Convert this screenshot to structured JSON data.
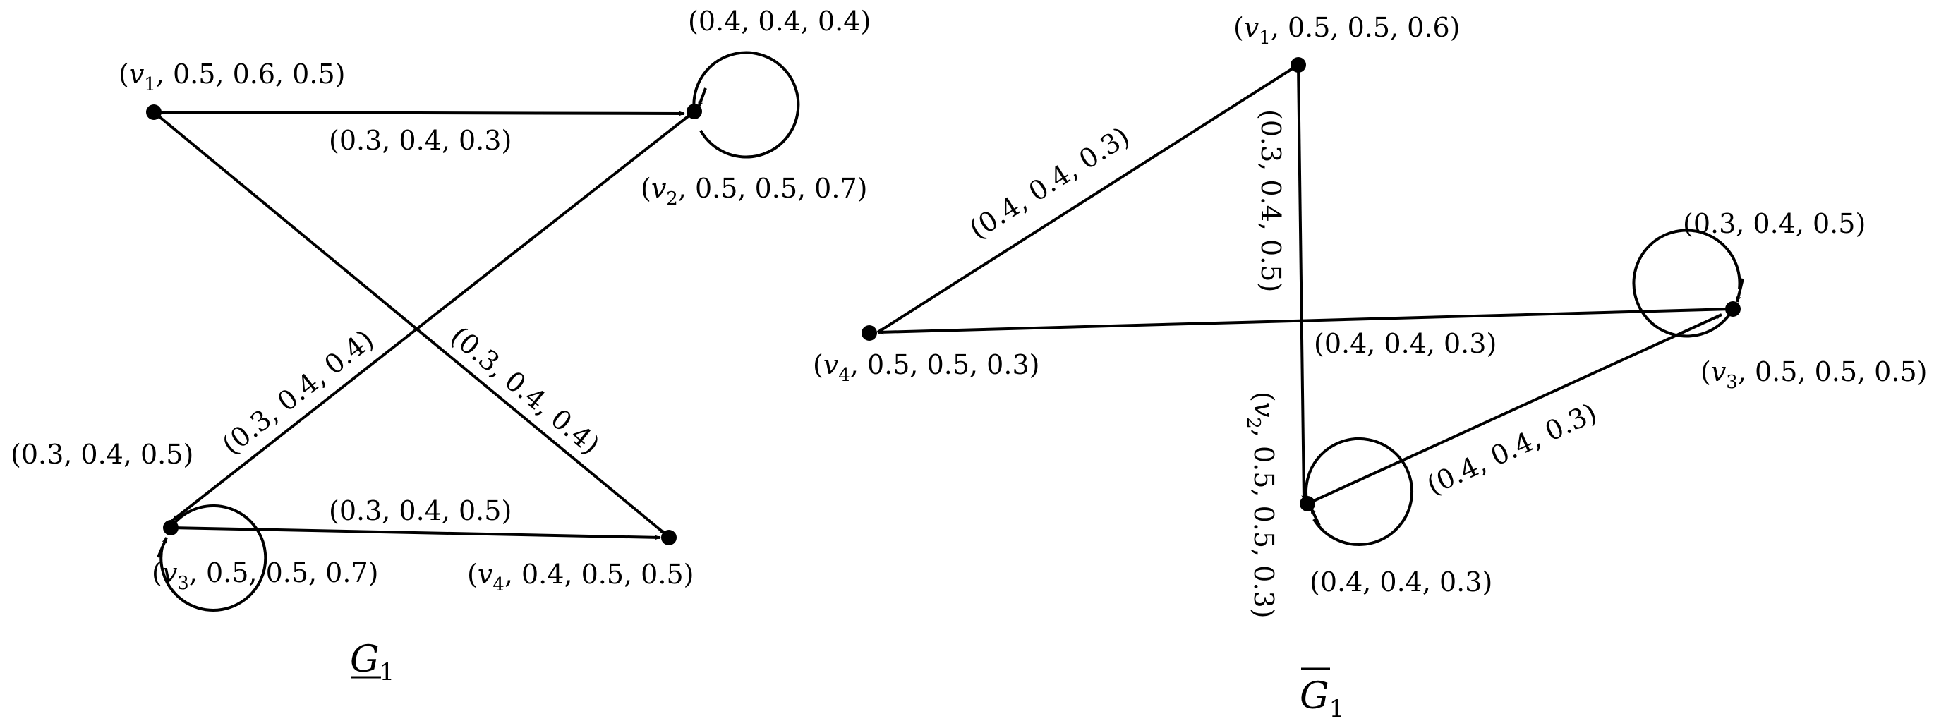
{
  "graphs": [
    {
      "id": "G1",
      "title": {
        "symbol": "G",
        "subscript": "1",
        "decoration": "underline"
      },
      "nodes": [
        {
          "id": "v1",
          "var": "v",
          "sub": "1",
          "values": ", 0.5, 0.6, 0.5)"
        },
        {
          "id": "v2",
          "var": "v",
          "sub": "2",
          "values": ", 0.5, 0.5, 0.7)"
        },
        {
          "id": "v3",
          "var": "v",
          "sub": "3",
          "values": ", 0.5, 0.5, 0.7)"
        },
        {
          "id": "v4",
          "var": "v",
          "sub": "4",
          "values": ", 0.4, 0.5, 0.5)"
        }
      ],
      "edges": [
        {
          "from": "v1",
          "to": "v2",
          "label": "(0.3, 0.4, 0.3)"
        },
        {
          "from": "v1",
          "to": "v4",
          "label": "(0.3, 0.4, 0.4)"
        },
        {
          "from": "v2",
          "to": "v3",
          "label": "(0.3, 0.4, 0.4)"
        },
        {
          "from": "v3",
          "to": "v4",
          "label": "(0.3, 0.4, 0.5)"
        },
        {
          "from": "v2",
          "to": "v2",
          "label": "(0.4, 0.4, 0.4)"
        },
        {
          "from": "v3",
          "to": "v3",
          "label": "(0.3, 0.4, 0.5)"
        }
      ]
    },
    {
      "id": "G1bar",
      "title": {
        "symbol": "G",
        "subscript": "1",
        "decoration": "overline"
      },
      "nodes": [
        {
          "id": "v1",
          "var": "v",
          "sub": "1",
          "values": ", 0.5, 0.5, 0.6)"
        },
        {
          "id": "v2",
          "var": "v",
          "sub": "2",
          "values": ", 0.5, 0.5, 0.3)"
        },
        {
          "id": "v3",
          "var": "v",
          "sub": "3",
          "values": ", 0.5, 0.5, 0.5)"
        },
        {
          "id": "v4",
          "var": "v",
          "sub": "4",
          "values": ", 0.5, 0.5, 0.3)"
        }
      ],
      "edges": [
        {
          "from": "v1",
          "to": "v4",
          "label": "(0.4, 0.4, 0.3)"
        },
        {
          "from": "v1",
          "to": "v2",
          "label": "(0.3, 0.4, 0.5)"
        },
        {
          "from": "v3",
          "to": "v4",
          "label": "(0.4, 0.4, 0.3)"
        },
        {
          "from": "v2",
          "to": "v3",
          "label": "(0.4, 0.4, 0.3)"
        },
        {
          "from": "v3",
          "to": "v3",
          "label": "(0.3, 0.4, 0.5)"
        },
        {
          "from": "v2",
          "to": "v2",
          "label": "(0.4, 0.4, 0.3)"
        }
      ]
    }
  ]
}
